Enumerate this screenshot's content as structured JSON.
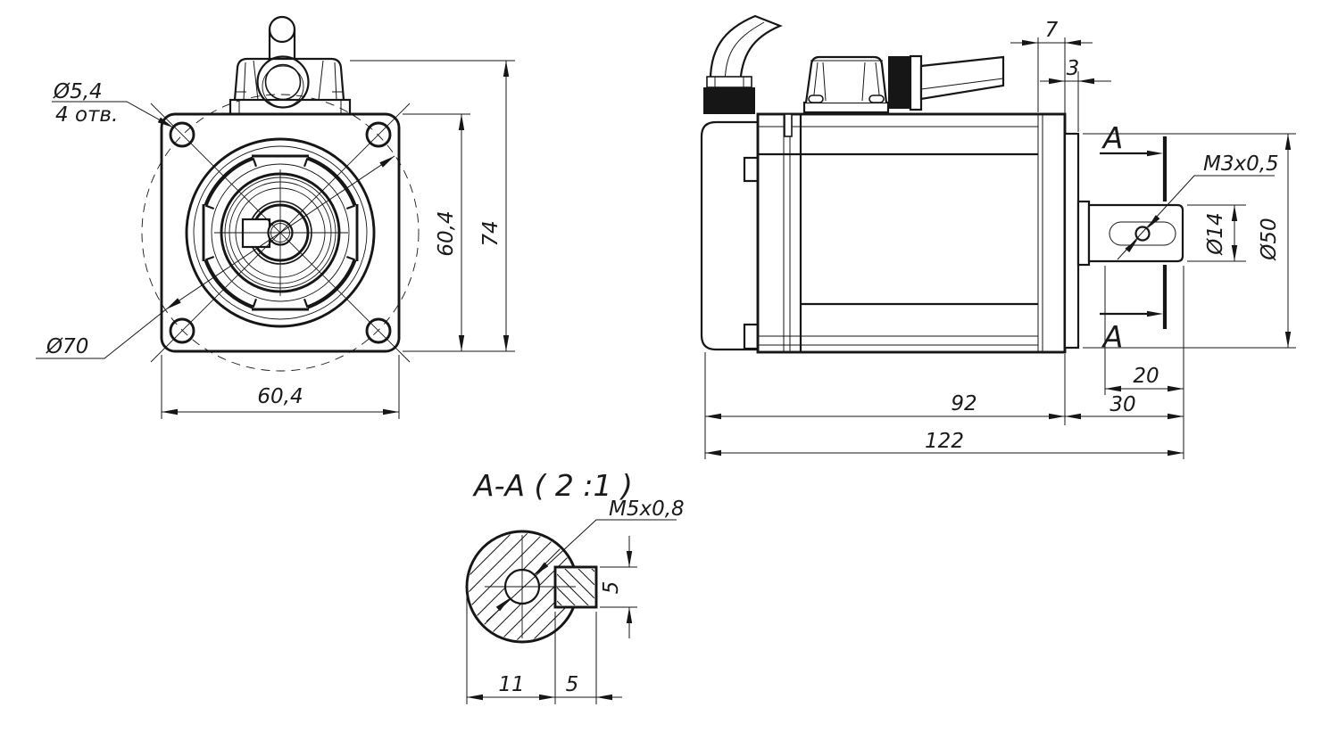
{
  "drawing": {
    "front_view": {
      "hole_callout": "Ø5,4",
      "hole_count_note": "4 отв.",
      "bolt_circle": "Ø70",
      "width": "60,4",
      "height_flange": "60,4",
      "height_overall": "74"
    },
    "side_view": {
      "dim_7": "7",
      "dim_3": "3",
      "section_letter": "A",
      "thread_callout": "M3x0,5",
      "shaft_diameter": "Ø14",
      "pilot_diameter": "Ø50",
      "dim_20": "20",
      "dim_30": "30",
      "dim_92": "92",
      "dim_122": "122"
    },
    "section_view": {
      "title": "A-A ( 2 :1 )",
      "thread_callout": "M5x0,8",
      "key_height": "5",
      "dim_11": "11",
      "key_width": "5"
    },
    "colors": {
      "line": "#161616",
      "background": "#ffffff"
    }
  }
}
